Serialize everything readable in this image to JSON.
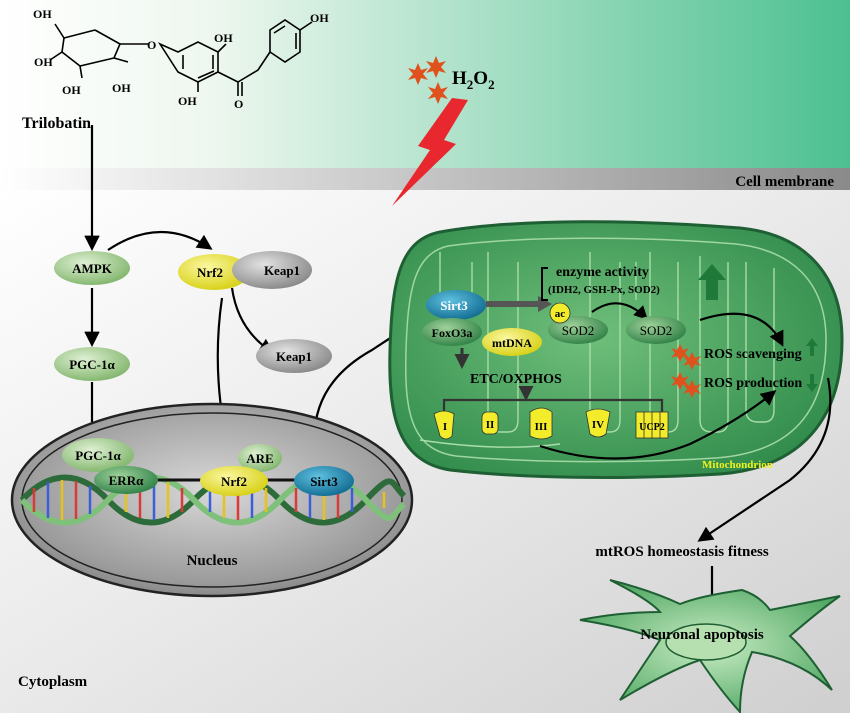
{
  "labels": {
    "trilobatin": "Trilobatin",
    "h2o2_main": "H",
    "h2o2_sub1": "2",
    "h2o2_o": "O",
    "h2o2_sub2": "2",
    "cell_membrane": "Cell membrane",
    "cytoplasm": "Cytoplasm",
    "nucleus": "Nucleus",
    "mitochondrion": "Mitochondrion",
    "etc_oxphos": "ETC/OXPHOS",
    "enzyme_activity": "enzyme activity",
    "enzyme_list": "(IDH2, GSH-Px, SOD2)",
    "ros_scavenging": "ROS scavenging",
    "ros_production": "ROS production",
    "mtros_homeostasis": "mtROS homeostasis fitness",
    "neuronal_apoptosis": "Neuronal apoptosis"
  },
  "molecule": {
    "oh_top_left": "OH",
    "oh_ring_1": "OH",
    "oh_ring_2": "OH",
    "oh_ring_3": "OH",
    "o_link": "O",
    "oh_phenol_top": "OH",
    "oh_phenol_bottom": "OH",
    "o_ketone": "O",
    "oh_right": "OH"
  },
  "nodes": {
    "ampk": "AMPK",
    "pgc1a": "PGC-1α",
    "nrf2": "Nrf2",
    "keap1": "Keap1",
    "keap1_free": "Keap1",
    "pgc1a_nuc": "PGC-1α",
    "erra": "ERRα",
    "are": "ARE",
    "nrf2_nuc": "Nrf2",
    "sirt3_nuc": "Sirt3",
    "sirt3_mito": "Sirt3",
    "foxo3a": "FoxO3a",
    "mtdna": "mtDNA",
    "ac": "ac",
    "sod2_ac": "SOD2",
    "sod2": "SOD2"
  },
  "complexes": [
    "I",
    "II",
    "III",
    "IV",
    "UCP2"
  ],
  "colors": {
    "green_node": "#8fc07a",
    "yellow_node": "#e6e21a",
    "gray_node": "#9a9a9a",
    "blue_node": "#1a7fa6",
    "mito_fill": "#3f9a58",
    "arrow_green": "#1f7a3a",
    "h2o2_bolt": "#e8272e",
    "ros_star": "#e0521d"
  }
}
